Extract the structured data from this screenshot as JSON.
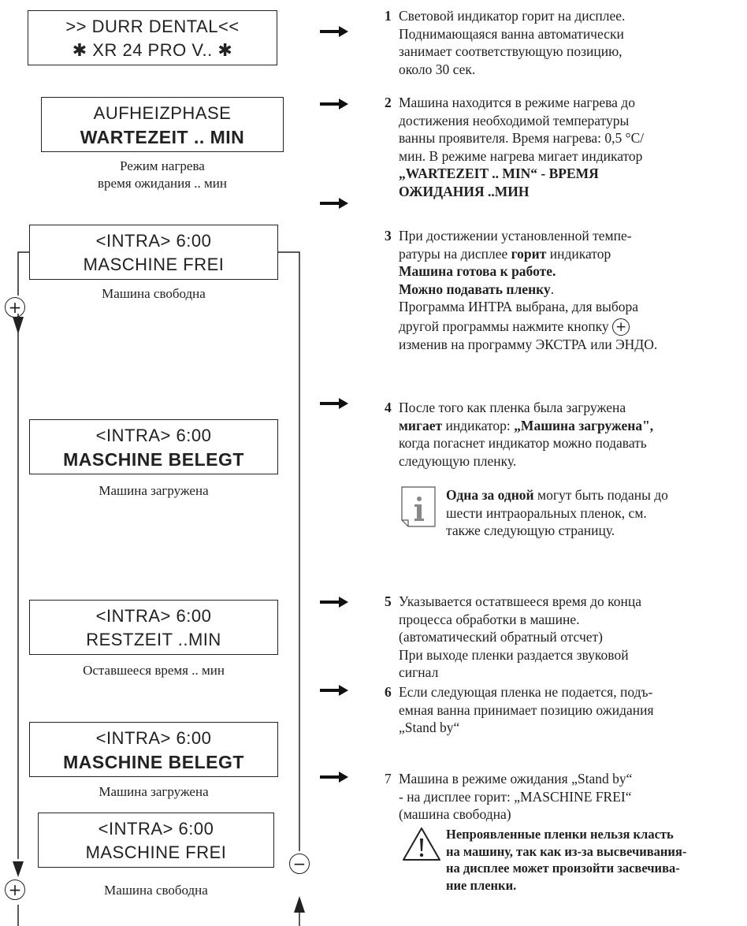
{
  "displays": [
    {
      "line1": ">> DURR DENTAL<<",
      "line2": "✱ XR 24 PRO  V.. ✱",
      "caption": ""
    },
    {
      "line1": "AUFHEIZPHASE",
      "line2": "WARTEZEIT  .. MIN",
      "caption_line1": "Режим нагрева",
      "caption_line2": "время ожидания .. мин"
    },
    {
      "line1": "<INTRA>  6:00",
      "line2": "MASCHINE FREI",
      "caption": "Машина   свободна"
    },
    {
      "line1": "<INTRA>  6:00",
      "line2": "MASCHINE BELEGT",
      "caption": "Машина загружена"
    },
    {
      "line1": "<INTRA>  6:00",
      "line2": "RESTZEIT ..MIN",
      "caption": "Оставшееся время .. мин"
    },
    {
      "line1": "<INTRA>  6:00",
      "line2": "MASCHINE BELEGT",
      "caption": "Машина загружена"
    },
    {
      "line1": "<INTRA>  6:00",
      "line2": "MASCHINE FREI",
      "caption": "Машина   свободна"
    }
  ],
  "flow_symbols": {
    "plus": "+",
    "minus": "−"
  },
  "steps": {
    "s1": {
      "num": "1",
      "lines": [
        "Световой индикатор горит на дисплее.",
        "Поднимающаяся ванна автоматически",
        "занимает соответствующую позицию,",
        "около 30 сек."
      ]
    },
    "s2": {
      "num": "2",
      "lines": [
        "Машина находится в режиме нагрева до",
        "достижения необходимой температуры",
        "ванны проявителя. Время нагрева: 0,5 °C/",
        "мин. В режиме нагрева мигает индикатор"
      ],
      "bold_lines": [
        "„WARTEZEIT .. MIN“ - ВРЕМЯ",
        "ОЖИДАНИЯ ..МИН"
      ]
    },
    "s3": {
      "num": "3",
      "line1": "При достижении установленной   темпе-",
      "line2_a": "ратуры на дисплее ",
      "line2_b": "горит",
      "line2_c": " индикатор",
      "bold1": "Машина готова к работе.",
      "bold2": "Можно подавать пленку",
      "bold2_end": ".",
      "line5": "Программа ИНТРА выбрана, для выбора",
      "line6_a": "другой программы нажмите кнопку",
      "line7": "изменив на программу ЭКСТРА или ЭНДО."
    },
    "s4": {
      "num": "4",
      "line1": "После того как пленка была загружена",
      "line2_a": "мигает",
      "line2_b": " индикатор: ",
      "line2_c": "„Машина загружена\",",
      "line3": "когда погаснет индикатор можно подавать",
      "line4": "следующую пленку."
    },
    "info": {
      "bold": "Одна за одной",
      "rest1": " могут быть поданы до",
      "line2": "шести интраоральных пленок, см.",
      "line3": "также следующую страницу."
    },
    "s5": {
      "num": "5",
      "lines": [
        "Указывается остатвшееся время до конца",
        "процесса обработки в машине.",
        "(автоматический обратный отсчет)",
        "При выходе пленки раздается звуковой",
        "сигнал"
      ]
    },
    "s6": {
      "num": "6",
      "lines": [
        "Если следующая пленка не подается, подъ-",
        "емная ванна принимает позицию ожидания",
        "„Stand by“"
      ]
    },
    "s7": {
      "num": "7",
      "lines": [
        "Машина в режиме ожидания „Stand by“",
        "- на дисплее горит: „MASCHINE FREI“",
        "(машина свободна)"
      ]
    },
    "warning": {
      "lines": [
        "Непроявленные пленки нельзя класть",
        "на машину, так как из-за высвечивания-",
        "на дисплее может произойти засвечива-",
        "ние пленки."
      ]
    }
  },
  "icons": [
    "right-arrow-icon",
    "info-icon",
    "warning-icon",
    "plus-circle-icon",
    "minus-circle-icon"
  ]
}
